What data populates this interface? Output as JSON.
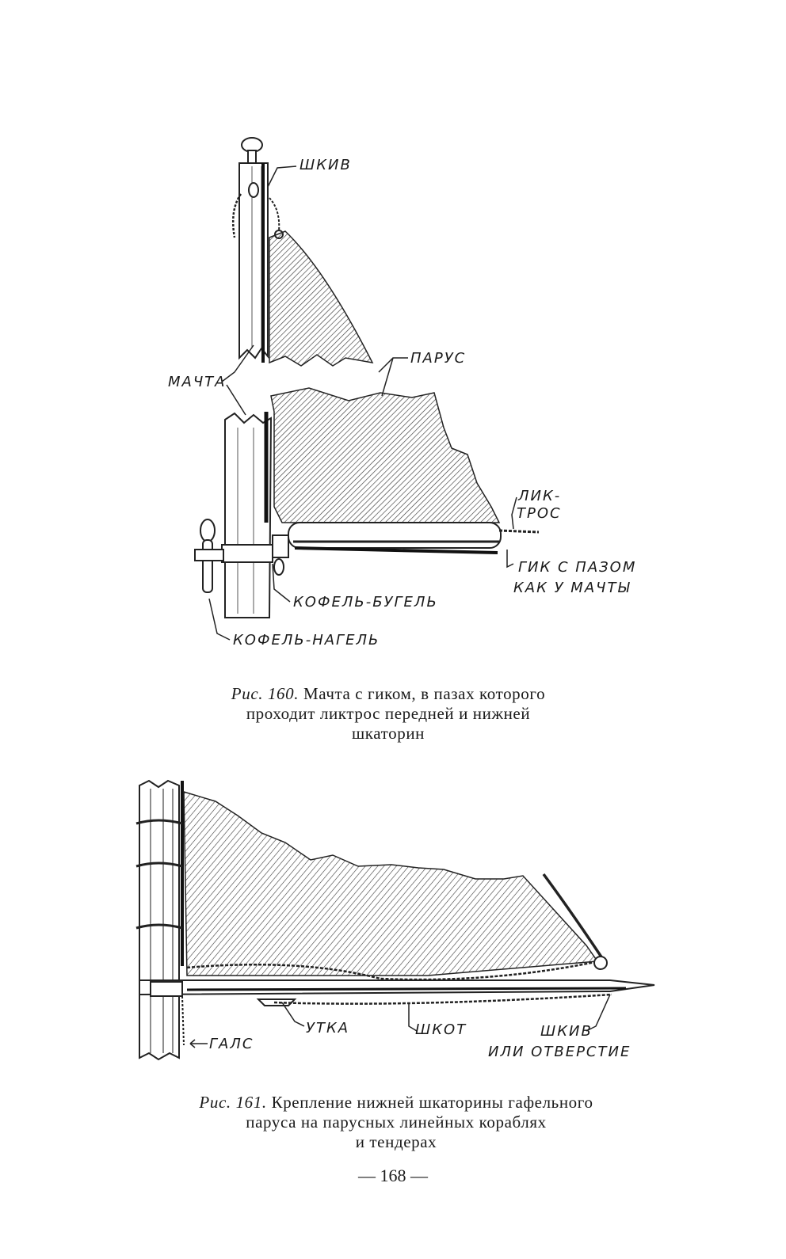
{
  "figure160": {
    "labels": {
      "shkiv": "ШКИВ",
      "parus": "ПАРУС",
      "machta": "МАЧТА",
      "liktros_line1": "ЛИК-",
      "liktros_line2": "ТРОС",
      "gik_line1": "ГИК С ПАЗОМ",
      "gik_line2": "КАК У МАЧТЫ",
      "kofel_bugel": "КОФЕЛЬ-БУГЕЛЬ",
      "kofel_nagel": "КОФЕЛЬ-НАГЕЛЬ"
    },
    "caption": {
      "prefix": "Рис. 160.",
      "line1": "Мачта с гиком, в пазах которого",
      "line2": "проходит ликтрос передней и нижней",
      "line3": "шкаторин"
    }
  },
  "figure161": {
    "labels": {
      "utka": "УТКА",
      "shkot": "ШКОТ",
      "shkiv_line1": "ШКИВ",
      "shkiv_line2": "ИЛИ ОТВЕРСТИЕ",
      "gals": "ГАЛС"
    },
    "caption": {
      "prefix": "Рис. 161.",
      "line1": "Крепление нижней шкаторины гафельного",
      "line2": "паруса на парусных линейных кораблях",
      "line3": "и тендерах"
    }
  },
  "page_number": "— 168 —"
}
